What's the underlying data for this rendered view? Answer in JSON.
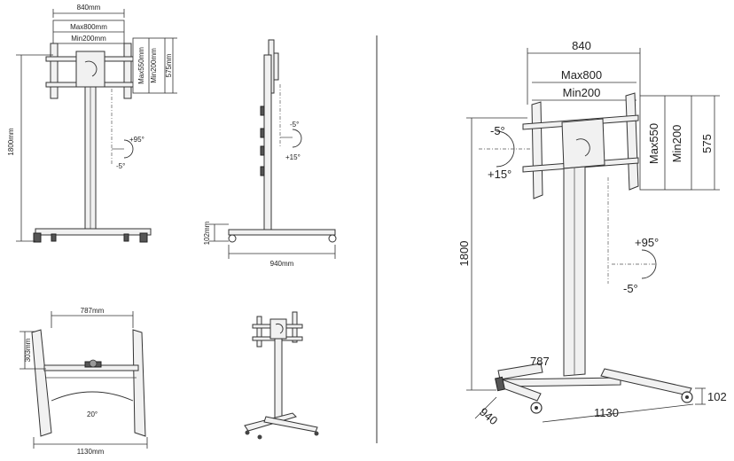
{
  "front": {
    "width": "840mm",
    "max": "Max800mm",
    "min": "Min200mm",
    "vmax": "Max550mm",
    "vmin": "Min200mm",
    "v575": "575mm",
    "height": "1800mm",
    "tilt_up": "+95°",
    "tilt_down": "-5°"
  },
  "side": {
    "tilt_down": "-5°",
    "tilt_up": "+15°",
    "base_h": "102mm",
    "depth": "940mm"
  },
  "top": {
    "inner": "787mm",
    "offset": "303mm",
    "angle": "20°",
    "width": "1130mm"
  },
  "iso": {
    "w840": "840",
    "max800": "Max800",
    "min200": "Min200",
    "max550": "Max550",
    "min200v": "Min200",
    "v575": "575",
    "t_minus5": "-5°",
    "t_plus15": "+15°",
    "h1800": "1800",
    "t_plus95": "+95°",
    "t_minus5b": "-5°",
    "d787": "787",
    "d940": "940",
    "d1130": "1130",
    "d102": "102"
  }
}
